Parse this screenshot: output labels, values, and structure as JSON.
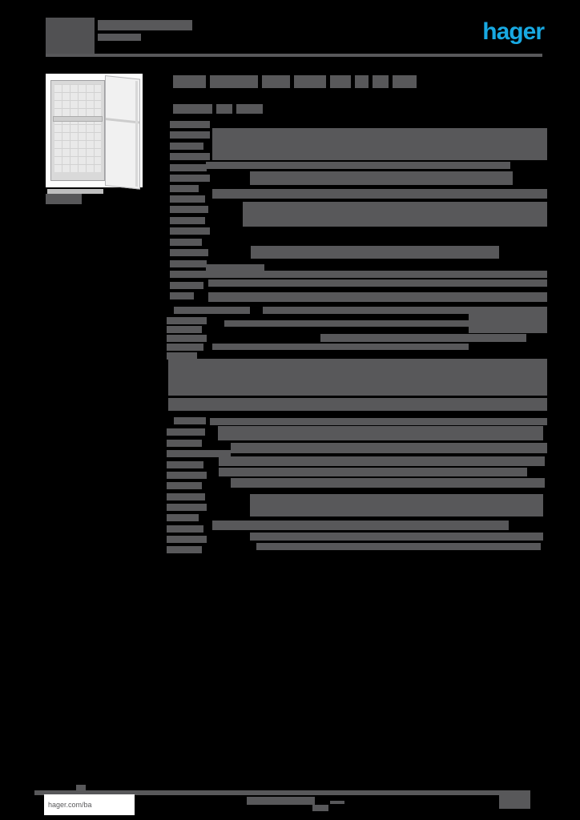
{
  "colors": {
    "background": "#000000",
    "bar_grey": "#58585a",
    "bar_grey_dark": "#515153",
    "logo_blue": "#18a9e2",
    "photo_white": "#fdfdfd",
    "footer_box_white": "#ffffff",
    "footer_text_grey": "#5a5a5c"
  },
  "header": {
    "logo_text": "hager",
    "ref_block": [
      57,
      22,
      61,
      45
    ],
    "text_lines": [
      [
        122,
        25,
        118,
        13
      ],
      [
        122,
        42,
        54,
        9
      ]
    ],
    "rule": [
      57,
      67,
      620,
      4
    ]
  },
  "footer": {
    "website": "hager.com/ba",
    "bars": [
      [
        43,
        987,
        619,
        6
      ],
      [
        623,
        987,
        39,
        23
      ],
      [
        308,
        995,
        85,
        10
      ],
      [
        412,
        1000,
        18,
        4
      ],
      [
        390,
        1005,
        20,
        8
      ],
      [
        95,
        980,
        12,
        8
      ]
    ]
  },
  "product_photo": {
    "caption_bar": [
      57,
      242,
      45,
      13
    ],
    "description": "wall-mounted two-field distribution enclosure, door open"
  },
  "redacted_bars": {
    "title_words": [
      [
        216,
        94,
        41,
        16
      ],
      [
        262,
        94,
        60,
        16
      ],
      [
        327,
        94,
        35,
        16
      ],
      [
        367,
        94,
        40,
        16
      ],
      [
        412,
        94,
        26,
        16
      ],
      [
        443,
        94,
        17,
        16
      ],
      [
        465,
        94,
        20,
        16
      ],
      [
        490,
        94,
        30,
        16
      ]
    ],
    "subtitle_words": [
      [
        216,
        130,
        49,
        12
      ],
      [
        270,
        130,
        20,
        12
      ],
      [
        295,
        130,
        33,
        12
      ]
    ],
    "section_a_labels": [
      [
        212,
        151,
        50,
        9
      ],
      [
        212,
        164,
        50,
        9
      ],
      [
        212,
        178,
        42,
        9
      ],
      [
        212,
        191,
        50,
        9
      ],
      [
        212,
        205,
        46,
        9
      ],
      [
        212,
        218,
        50,
        9
      ],
      [
        212,
        231,
        36,
        9
      ],
      [
        212,
        244,
        44,
        9
      ]
    ],
    "section_a_values": [
      [
        265,
        160,
        418,
        40
      ],
      [
        257,
        202,
        380,
        9
      ],
      [
        312,
        214,
        328,
        17
      ],
      [
        265,
        236,
        418,
        12
      ]
    ],
    "section_b_labels": [
      [
        212,
        257,
        48,
        9
      ],
      [
        212,
        271,
        44,
        9
      ],
      [
        212,
        284,
        50,
        9
      ],
      [
        212,
        298,
        40,
        9
      ],
      [
        212,
        311,
        48,
        9
      ],
      [
        212,
        325,
        46,
        9
      ],
      [
        212,
        338,
        50,
        9
      ],
      [
        212,
        352,
        42,
        9
      ],
      [
        212,
        365,
        30,
        9
      ]
    ],
    "section_b_values": [
      [
        303,
        252,
        380,
        31
      ],
      [
        313,
        307,
        310,
        16
      ],
      [
        257,
        330,
        73,
        8
      ],
      [
        260,
        338,
        423,
        9
      ],
      [
        260,
        349,
        423,
        9
      ],
      [
        260,
        365,
        423,
        12
      ]
    ],
    "section_c_labels": [
      [
        217,
        383,
        95,
        9
      ],
      [
        208,
        396,
        50,
        9
      ],
      [
        208,
        407,
        44,
        9
      ],
      [
        208,
        418,
        50,
        9
      ],
      [
        208,
        429,
        46,
        9
      ],
      [
        208,
        440,
        38,
        9
      ],
      [
        217,
        521,
        40,
        9
      ]
    ],
    "section_c_values": [
      [
        328,
        383,
        355,
        9
      ],
      [
        280,
        400,
        305,
        8
      ],
      [
        400,
        417,
        257,
        10
      ],
      [
        265,
        429,
        320,
        8
      ],
      [
        585,
        392,
        98,
        24
      ],
      [
        210,
        448,
        473,
        46
      ],
      [
        210,
        497,
        473,
        16
      ],
      [
        262,
        522,
        421,
        9
      ]
    ],
    "section_d_labels": [
      [
        208,
        535,
        48,
        9
      ],
      [
        208,
        549,
        44,
        9
      ],
      [
        208,
        562,
        80,
        9
      ],
      [
        208,
        576,
        46,
        9
      ],
      [
        208,
        589,
        50,
        9
      ],
      [
        208,
        602,
        44,
        9
      ],
      [
        208,
        616,
        48,
        9
      ],
      [
        208,
        629,
        50,
        9
      ],
      [
        208,
        642,
        40,
        9
      ],
      [
        208,
        656,
        46,
        9
      ],
      [
        208,
        669,
        50,
        9
      ],
      [
        208,
        682,
        44,
        9
      ]
    ],
    "section_d_values": [
      [
        272,
        532,
        406,
        18
      ],
      [
        288,
        553,
        395,
        13
      ],
      [
        273,
        570,
        407,
        12
      ],
      [
        273,
        584,
        385,
        11
      ],
      [
        288,
        597,
        392,
        12
      ],
      [
        312,
        617,
        366,
        28
      ],
      [
        265,
        650,
        370,
        12
      ],
      [
        312,
        665,
        366,
        10
      ],
      [
        320,
        678,
        355,
        9
      ]
    ]
  }
}
